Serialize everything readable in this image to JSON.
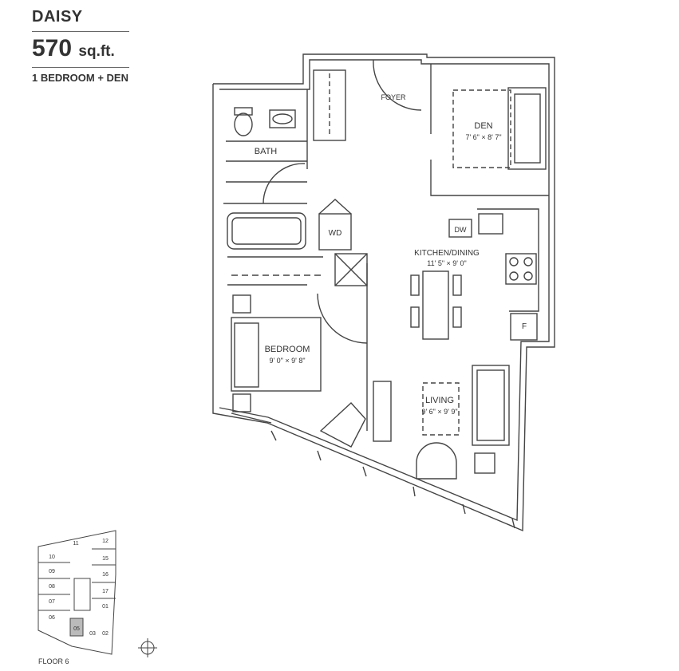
{
  "title": {
    "name": "DAISY",
    "area_value": "570",
    "area_unit": "sq.ft.",
    "bedrooms": "1 BEDROOM + DEN"
  },
  "rooms": {
    "foyer": "FOYER",
    "den": "DEN",
    "den_dims": "7' 6\" × 8' 7\"",
    "bath": "BATH",
    "wd": "WD",
    "dw": "DW",
    "kitchen": "KITCHEN/DINING",
    "kitchen_dims": "11' 5\" × 9' 0\"",
    "fridge": "F",
    "bedroom": "BEDROOM",
    "bedroom_dims": "9' 0\" × 9' 8\"",
    "living": "LIVING",
    "living_dims": "9' 6\" × 9' 9\""
  },
  "keyplan": {
    "units": [
      "10",
      "11",
      "12",
      "09",
      "15",
      "08",
      "16",
      "07",
      "17",
      "01",
      "06",
      "05",
      "03",
      "02"
    ],
    "floor": "FLOOR 6"
  },
  "colors": {
    "line": "#444444",
    "highlight": "#bbbbbb"
  }
}
